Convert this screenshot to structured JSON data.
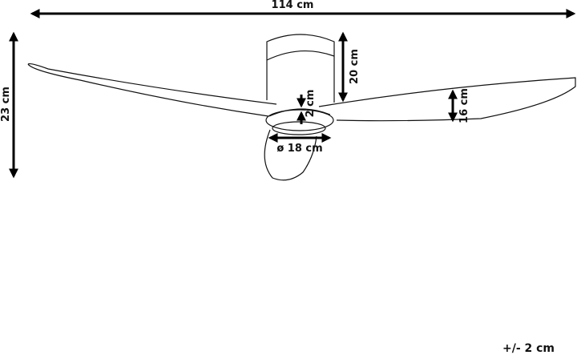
{
  "dimensions": {
    "width_total": "114 cm",
    "height_total": "23 cm",
    "motor_height": "20 cm",
    "blade_height": "16 cm",
    "canopy_thickness": "2 cm",
    "canopy_diameter": "ø 18 cm"
  },
  "tolerance": "+/- 2 cm"
}
